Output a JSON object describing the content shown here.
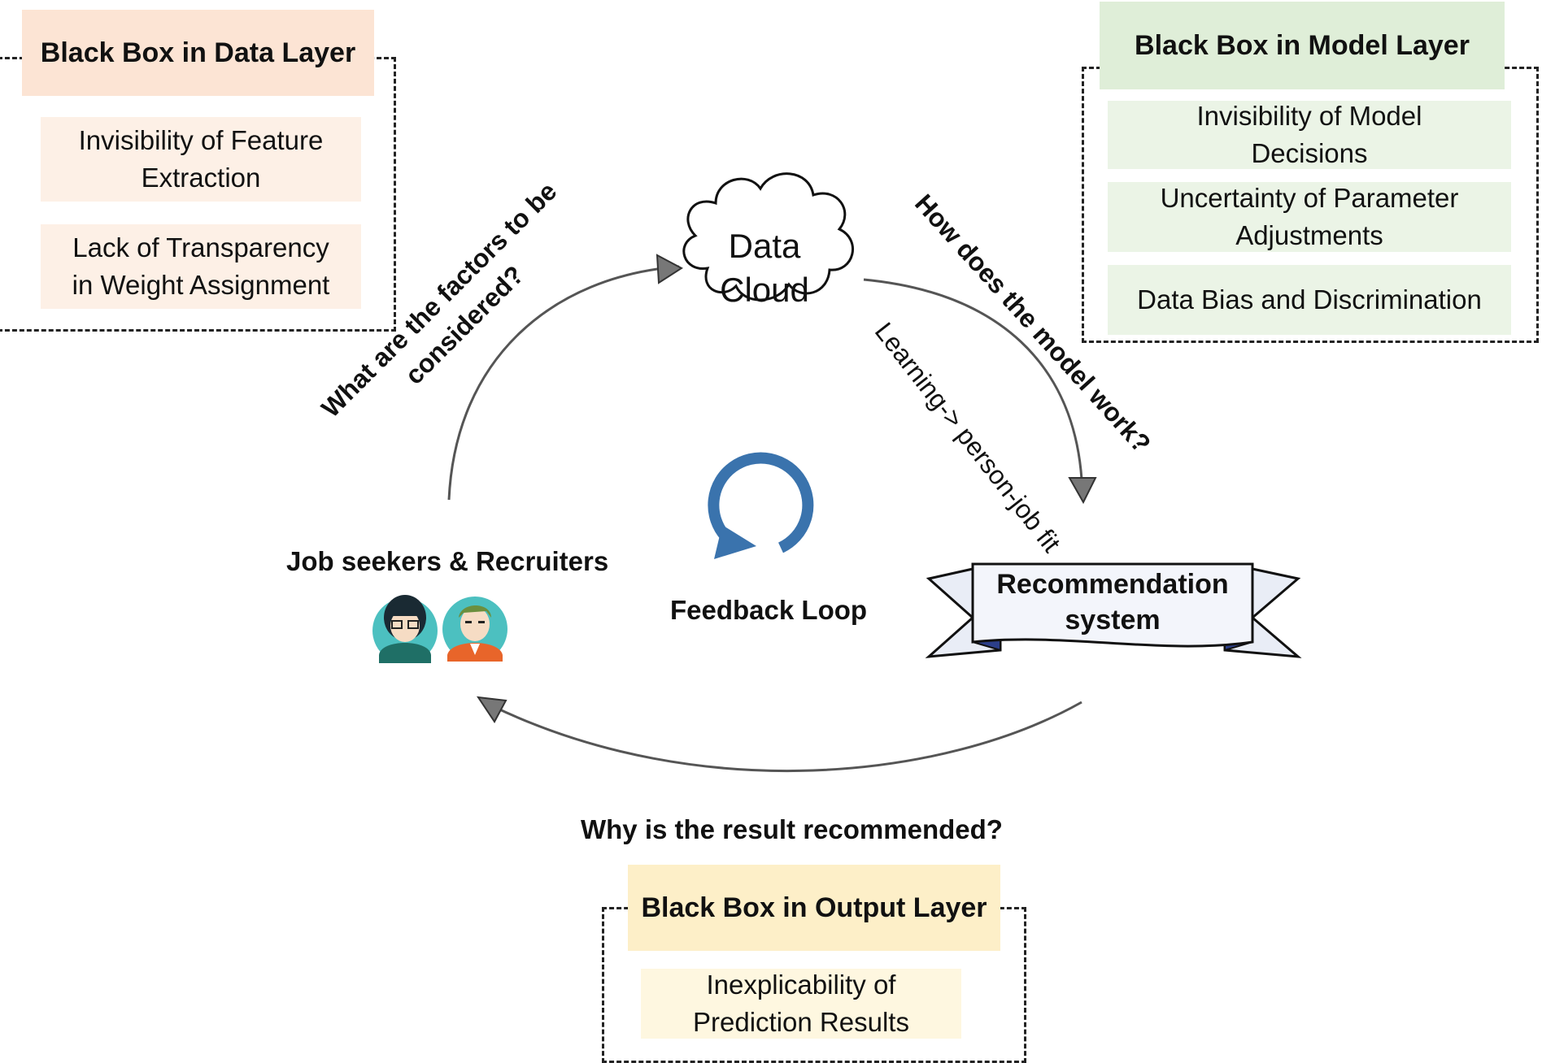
{
  "data_layer": {
    "title": "Black Box in Data Layer",
    "items": [
      "Invisibility of Feature\nExtraction",
      "Lack of Transparency\nin Weight Assignment"
    ],
    "colors": {
      "header": "#fce4d4",
      "item": "#fdf0e6"
    }
  },
  "model_layer": {
    "title": "Black Box in Model Layer",
    "items": [
      "Invisibility of Model\nDecisions",
      "Uncertainty of Parameter\nAdjustments",
      "Data Bias and Discrimination"
    ],
    "colors": {
      "header": "#dfeed8",
      "item": "#ebf4e6"
    }
  },
  "output_layer": {
    "title": "Black Box in Output Layer",
    "items": [
      "Inexplicability of\nPrediction Results"
    ],
    "colors": {
      "header": "#fdefc8",
      "item": "#fef7e0"
    }
  },
  "cloud": {
    "label": "Data\nCloud"
  },
  "questions": {
    "factors": "What are the factors to be\nconsidered?",
    "model": "How does the model work?",
    "result": "Why is the result recommended?"
  },
  "learning_label": "Learning-> person-job fit",
  "users_label": "Job seekers & Recruiters",
  "feedback_label": "Feedback Loop",
  "recommendation": {
    "label": "Recommendation\nsystem"
  },
  "colors": {
    "loop_icon": "#3a73ad",
    "arrow": "#555555",
    "avatar_bg": "#4cc0c0"
  },
  "icons": [
    "cycle-arrow-icon",
    "woman-avatar-icon",
    "man-avatar-icon",
    "cloud-icon",
    "ribbon-banner-icon"
  ]
}
